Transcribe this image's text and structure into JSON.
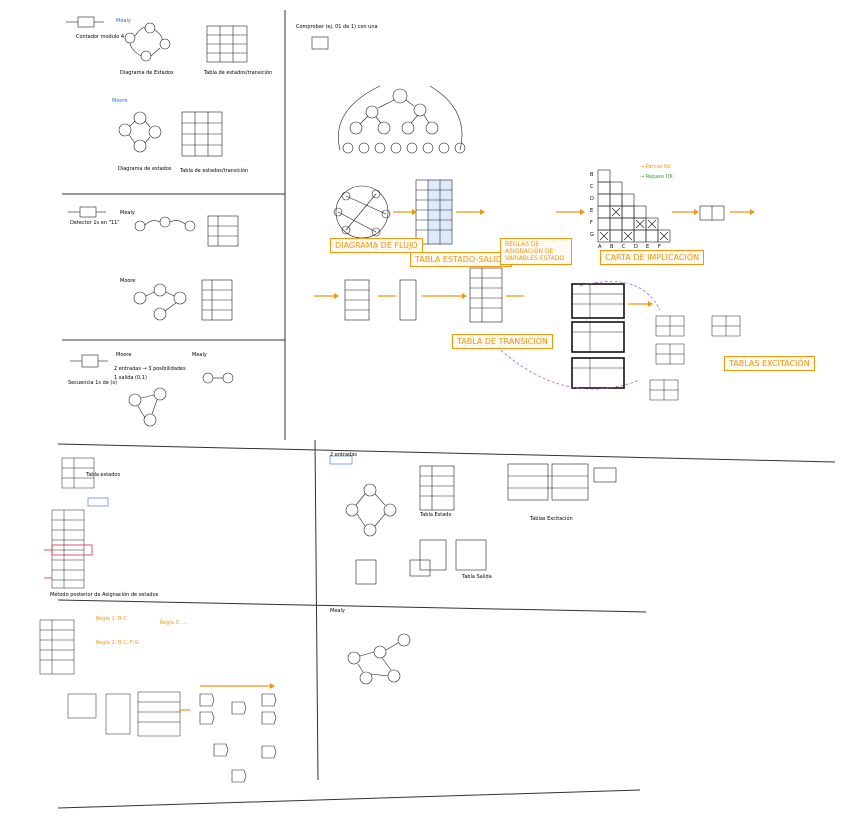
{
  "colors": {
    "ink": "#222222",
    "accent_orange": "#f0960f",
    "accent_blue": "#2a6fd6",
    "accent_purple": "#9b59d6",
    "accent_red": "#d62a4b",
    "accent_green": "#2e9b3e",
    "background": "#ffffff"
  },
  "left_panel": {
    "block1": {
      "input_label": "Contador modulo 4",
      "caption_state_diagram": "Diagrama de Estados",
      "caption_table": "Tabla de estados/transición",
      "mealy_tag": "Mealy",
      "moore_tag": "Moore",
      "caption_state_diagram_2": "Diagrama de estados",
      "caption_table_2": "Tabla de estados/transición"
    },
    "block2": {
      "detector_label": "Detector 1s en \"11\"",
      "mealy_tag": "Mealy",
      "moore_tag": "Moore"
    },
    "block3": {
      "moore_tag": "Moore",
      "mealy_tag": "Mealy",
      "line1": "2 entradas → 3 posibilidades",
      "line2": "1 salida (0,1)",
      "secuenciador": "Secuencia 1s de (s)"
    }
  },
  "top_right": {
    "header_note": "Comprobar (ej. 01 de 1) con una",
    "labels": {
      "diagrama_flujo": "DIAGRAMA DE FLUJO",
      "tabla_estado_salida": "TABLA ESTADO-SALIDA",
      "reglas_asignacion": "REGLAS DE ASIGNACIÓN DE VARIABLES ESTADO",
      "carta_implicacion": "CARTA DE IMPLICACIÓN",
      "tabla_transicion": "TABLA DE TRANSICIÓN",
      "tablas_excitacion": "TABLAS EXCITACIÓN"
    },
    "legend": {
      "orange": "→ Parcial Ok",
      "green": "→ Repaso OK"
    },
    "carta_cols": [
      "A",
      "B",
      "C",
      "D",
      "E",
      "F"
    ],
    "carta_rows": [
      "B",
      "C",
      "D",
      "E",
      "F",
      "G"
    ]
  },
  "bottom_left": {
    "regla1": "Regla 1: B-C",
    "regla2": "Regla 2: B-C, F-G",
    "regla3": "Regla 3: ...",
    "note_estados": "Tabla estados",
    "final_note": "Método posterior de Asignación de estados"
  },
  "bottom_right": {
    "title1": "2 entradas",
    "title2": "Mealy",
    "caption_tabla_estado": "Tabla Estado",
    "caption_tabla_salida": "Tabla Salida",
    "caption_tablas_excitacion": "Tablas Excitación"
  }
}
